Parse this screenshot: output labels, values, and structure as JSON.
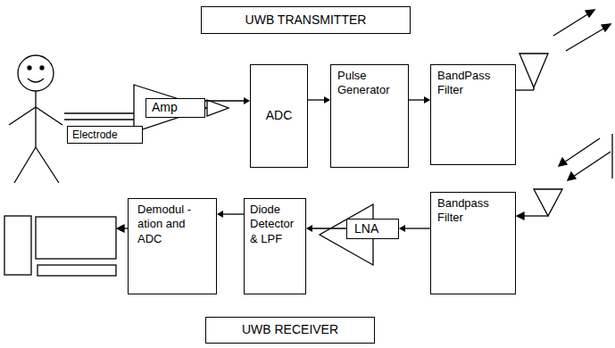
{
  "diagram": {
    "nodes": [
      {
        "text": [
          "UWB TRANSMITTER"
        ]
      },
      {
        "text": [
          "Amp"
        ]
      },
      {
        "text": [
          "Electrode"
        ]
      },
      {
        "text": [
          "ADC"
        ]
      },
      {
        "text": [
          "Pulse Generator"
        ]
      },
      {
        "text": [
          "BandPass Filter"
        ]
      },
      {
        "text": [
          "Bandpass Filter"
        ]
      },
      {
        "text": [
          "LNA"
        ]
      },
      {
        "text": [
          "Diode Detector & LPF"
        ]
      },
      {
        "text": [
          "Demodul -ation and ADC"
        ]
      },
      {
        "text": [
          "UWB RECEIVER"
        ]
      }
    ],
    "edges": [
      {
        "from": 1,
        "to": 3,
        "arrow": "to"
      },
      {
        "from": 3,
        "to": 4,
        "arrow": "to"
      },
      {
        "from": 4,
        "to": 5,
        "arrow": "to"
      },
      {
        "from": 6,
        "to": 7,
        "arrow": "to"
      },
      {
        "from": 7,
        "to": 8,
        "arrow": "to"
      },
      {
        "from": 8,
        "to": 9,
        "arrow": "to"
      }
    ]
  }
}
